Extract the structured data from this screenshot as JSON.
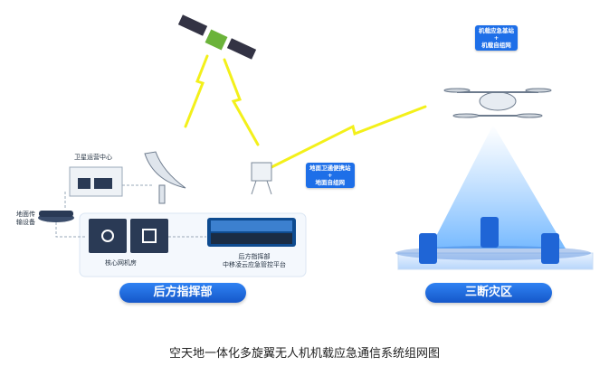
{
  "nodes": {
    "satellite_center": "卫星运营中心",
    "ground_transmission": "地面传\n输设备",
    "core_room": "核心网机房",
    "command_dept_line1": "后方指挥部",
    "command_dept_line2": "中移凌云应急管控平台",
    "ground_station_line1": "地面卫通便携站",
    "ground_station_line2": "+",
    "ground_station_line3": "地面自组网",
    "airborne_line1": "机载应急基站",
    "airborne_line2": "+",
    "airborne_line3": "机载自组网"
  },
  "banners": {
    "rear_command": "后方指挥部",
    "disaster_area": "三断灾区"
  },
  "caption": "空天地一体化多旋翼无人机机载应急通信系统组网图",
  "colors": {
    "brand_blue": "#1e6fe8",
    "link_yellow": "#f3f01a",
    "panel_bg": "#f4f8fd"
  }
}
